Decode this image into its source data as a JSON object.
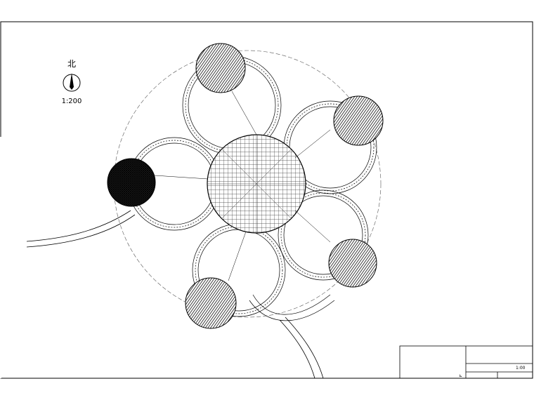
{
  "north": {
    "letter": "北",
    "icon": "north-arrow-icon"
  },
  "scale": "1:200",
  "title_block": {
    "left_mark": "⊾",
    "sheet_code": "1:00"
  }
}
